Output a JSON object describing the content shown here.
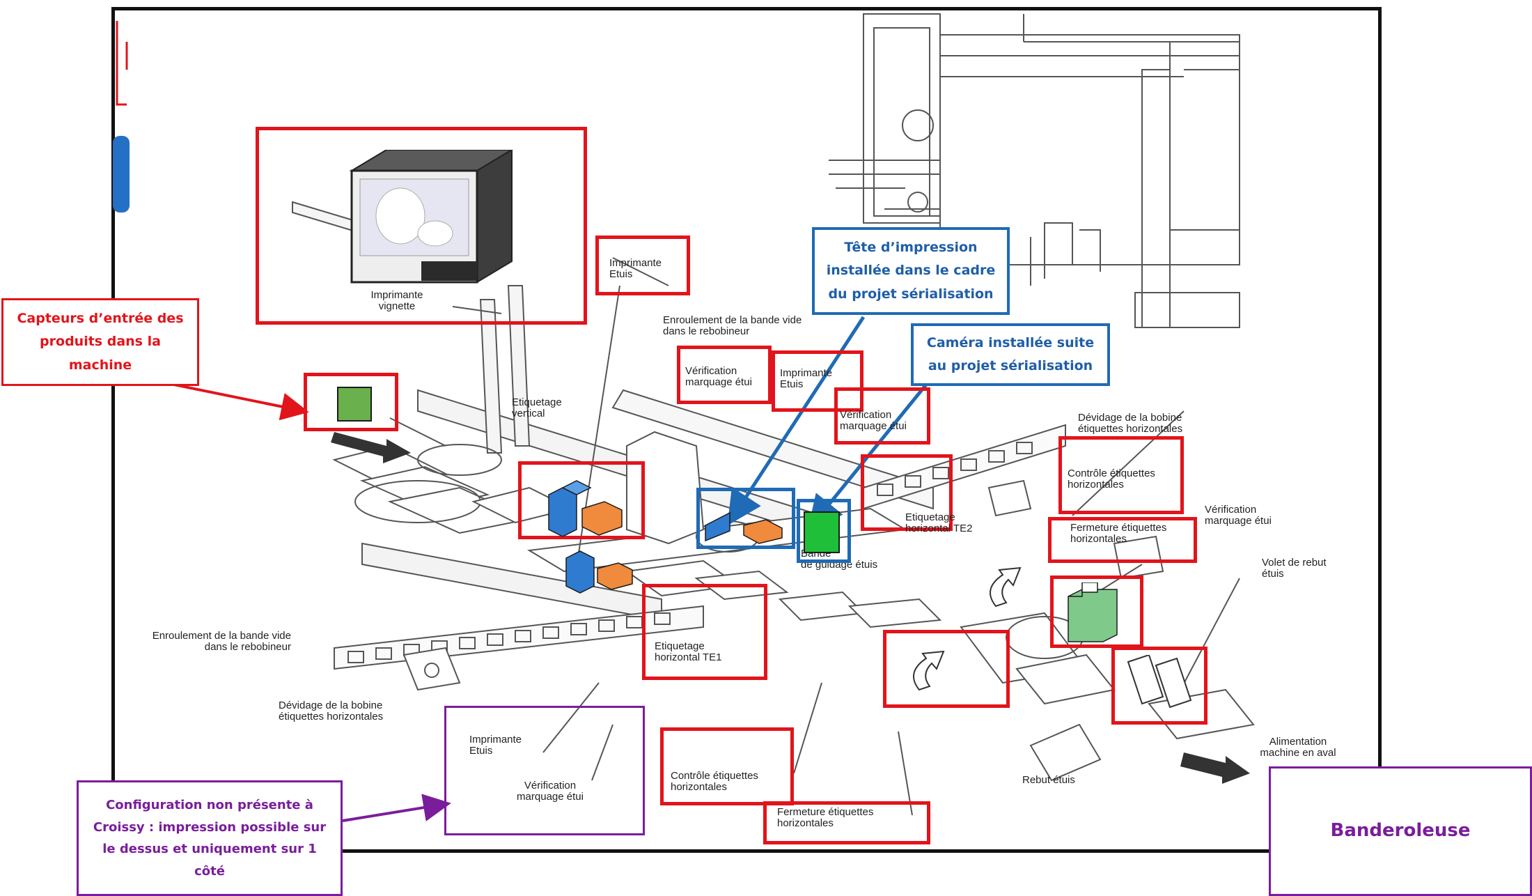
{
  "callouts": {
    "capteurs": "Capteurs d’entrée des produits dans la machine",
    "tete": "Tête d’impression installée dans le cadre du projet sérialisation",
    "camera": "Caméra installée suite au projet sérialisation",
    "config": "Configuration non présente à Croissy : impression possible sur le dessus et uniquement sur 1 côté",
    "banderoleuse": "Banderoleuse"
  },
  "labels": {
    "imprimante_vignette": "Imprimante\nvignette",
    "imprimante_etuis_top": "Imprimante\nEtuis",
    "enroulement_top": "Enroulement de la bande vide\ndans le rebobineur",
    "verification_1": "Vérification\nmarquage étui",
    "imprimante_etuis_2": "Imprimante\nEtuis",
    "verification_2": "Vérification\nmarquage étui",
    "etiquetage_vertical": "Etiquetage\nvertical",
    "devidage_right": "Dévidage de la bobine\nétiquettes horizontales",
    "controle_right": "Contrôle étiquettes\nhorizontales",
    "verification_right": "Vérification\nmarquage étui",
    "fermeture_right": "Fermeture étiquettes\nhorizontales",
    "etiquetage_te2": "Etiquetage\nhorizontal TE2",
    "bande_guidage": "Bande\nde guidage étuis",
    "volet_rebut": "Volet de rebut\nétuis",
    "enroulement_left": "Enroulement de la bande vide\ndans le rebobineur",
    "etiquetage_te1": "Etiquetage\nhorizontal TE1",
    "devidage_left": "Dévidage de la bobine\nétiquettes horizontales",
    "imprimante_etuis_bottom": "Imprimante\nEtuis",
    "verification_bottom": "Vérification\nmarquage étui",
    "controle_bottom": "Contrôle étiquettes\nhorizontales",
    "fermeture_bottom": "Fermeture étiquettes\nhorizontales",
    "rebut_etuis": "Rebut étuis",
    "alimentation": "Alimentation\nmachine en aval"
  },
  "colors": {
    "red_box": "#e2141b",
    "blue_box": "#1f6bb5",
    "purple_box": "#7a1d9c",
    "sensor_green": "#6ab04c",
    "camera_green": "#1fbf3a",
    "head_blue": "#2f7bd0",
    "head_orange": "#f08a3c",
    "module_green": "#7fc98a"
  }
}
